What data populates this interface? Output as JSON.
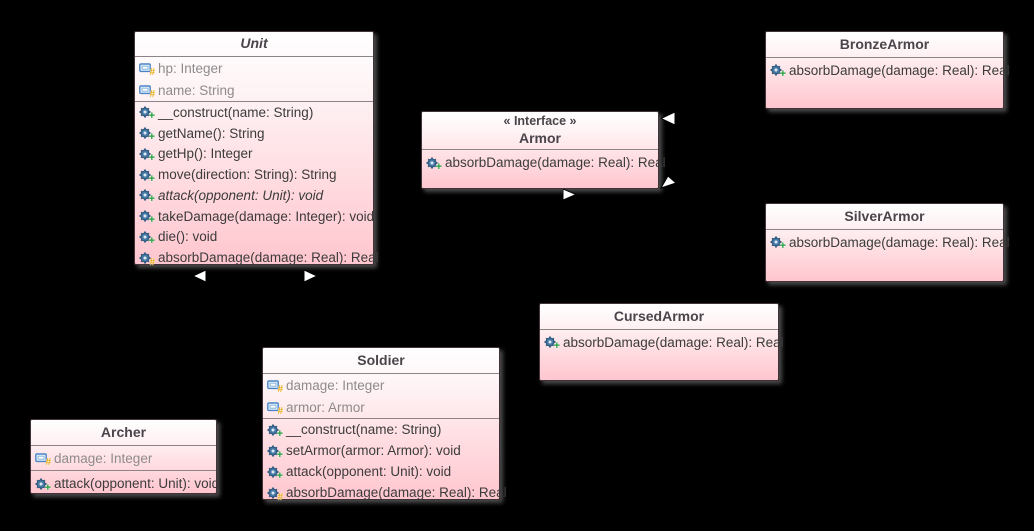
{
  "diagram": {
    "background": "#000000",
    "node_border": "#42333a",
    "node_gradient_top": "#ffffff",
    "node_gradient_bottom": "#ffc6cf",
    "arrow_fill": "#ffffff"
  },
  "icons": {
    "public_badge": "+",
    "protected_badge": "#"
  },
  "arrowheads": [
    {
      "name": "triangle-left-below-unit",
      "direction": "left"
    },
    {
      "name": "triangle-right-below-unit",
      "direction": "right"
    },
    {
      "name": "triangle-right-below-armor",
      "direction": "right"
    },
    {
      "name": "triangle-left-right-of-armor",
      "direction": "left"
    },
    {
      "name": "triangle-downleft-armor-corner",
      "direction": "down-left"
    }
  ],
  "classes": {
    "unit": {
      "title": "Unit",
      "fields": [
        {
          "text": "hp: Integer"
        },
        {
          "text": "name: String"
        }
      ],
      "methods": [
        {
          "text": "__construct(name: String)"
        },
        {
          "text": "getName(): String"
        },
        {
          "text": "getHp(): Integer"
        },
        {
          "text": "move(direction: String): String"
        },
        {
          "text": "attack(opponent: Unit): void"
        },
        {
          "text": "takeDamage(damage: Integer): void"
        },
        {
          "text": "die(): void"
        },
        {
          "text": "absorbDamage(damage: Real): Real"
        }
      ]
    },
    "armor": {
      "stereotype": "« Interface »",
      "title": "Armor",
      "methods": [
        {
          "text": "absorbDamage(damage: Real): Real"
        }
      ]
    },
    "bronze_armor": {
      "title": "BronzeArmor",
      "methods": [
        {
          "text": "absorbDamage(damage: Real): Real"
        }
      ]
    },
    "silver_armor": {
      "title": "SilverArmor",
      "methods": [
        {
          "text": "absorbDamage(damage: Real): Real"
        }
      ]
    },
    "cursed_armor": {
      "title": "CursedArmor",
      "methods": [
        {
          "text": "absorbDamage(damage: Real): Real"
        }
      ]
    },
    "soldier": {
      "title": "Soldier",
      "fields": [
        {
          "text": "damage: Integer"
        },
        {
          "text": "armor: Armor"
        }
      ],
      "methods": [
        {
          "text": "__construct(name: String)"
        },
        {
          "text": "setArmor(armor: Armor): void"
        },
        {
          "text": "attack(opponent: Unit): void"
        },
        {
          "text": "absorbDamage(damage: Real): Real"
        }
      ]
    },
    "archer": {
      "title": "Archer",
      "fields": [
        {
          "text": "damage: Integer"
        }
      ],
      "methods": [
        {
          "text": "attack(opponent: Unit): void"
        }
      ]
    }
  }
}
